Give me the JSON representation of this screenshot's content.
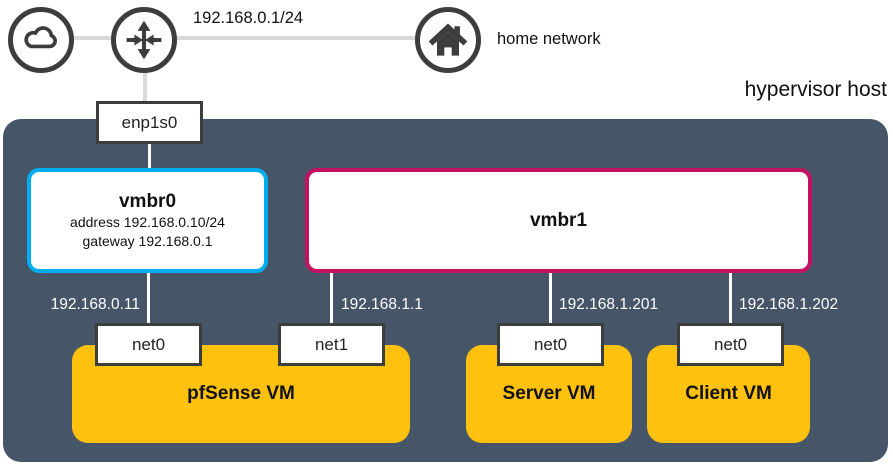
{
  "colors": {
    "host_bg": "#475568",
    "vm_bg": "#FEC10D",
    "vmbr0_border": "#00AEEF",
    "vmbr1_border": "#C51162",
    "outline_dark": "#3D3D3D",
    "link_gray": "#D9D9D9"
  },
  "icons": {
    "internet": "cloud-icon",
    "router": "router-icon",
    "home": "home-icon"
  },
  "top": {
    "wan_subnet": "192.168.0.1/24",
    "home_network": "home network"
  },
  "host": {
    "title": "hypervisor host",
    "nic": "enp1s0",
    "bridges": [
      {
        "name": "vmbr0",
        "address_line": "address 192.168.0.10/24",
        "gateway_line": "gateway 192.168.0.1"
      },
      {
        "name": "vmbr1"
      }
    ],
    "vms": [
      {
        "name": "pfSense VM",
        "nics": [
          {
            "label": "net0",
            "ip": "192.168.0.11"
          },
          {
            "label": "net1",
            "ip": "192.168.1.1"
          }
        ]
      },
      {
        "name": "Server VM",
        "nics": [
          {
            "label": "net0",
            "ip": "192.168.1.201"
          }
        ]
      },
      {
        "name": "Client VM",
        "nics": [
          {
            "label": "net0",
            "ip": "192.168.1.202"
          }
        ]
      }
    ]
  }
}
